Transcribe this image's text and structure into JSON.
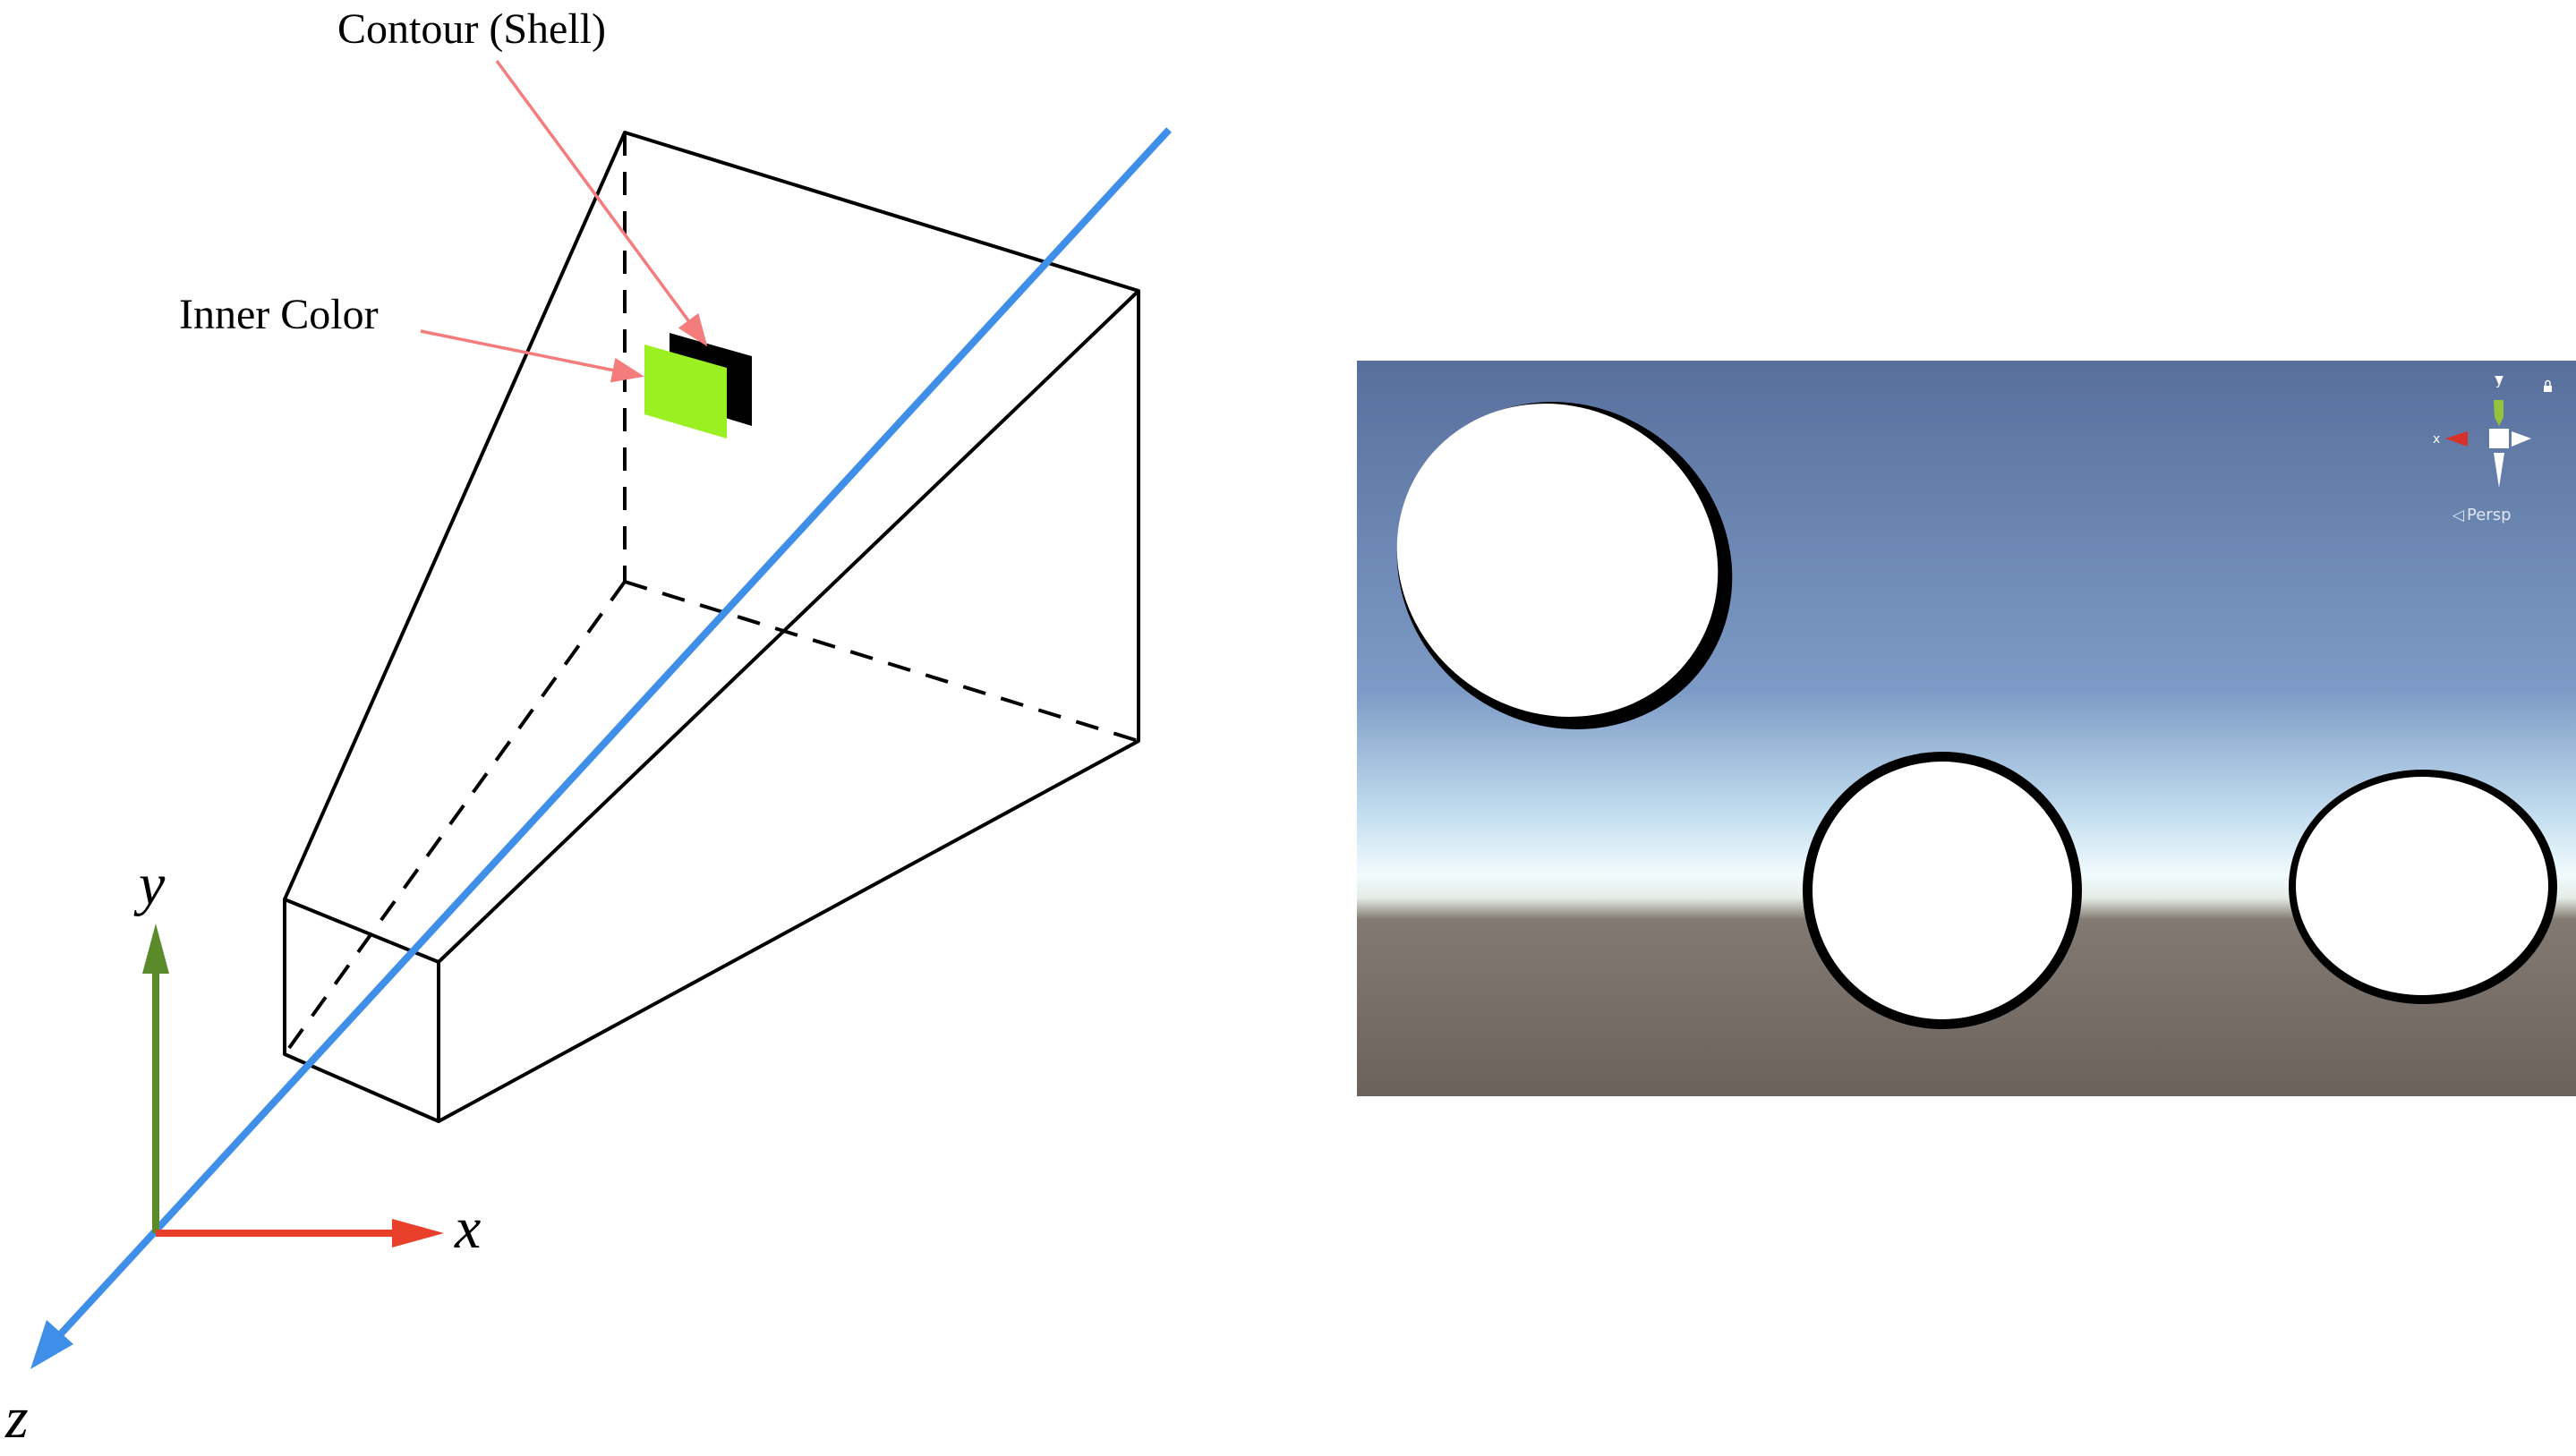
{
  "annotations": {
    "contour_label": "Contour (Shell)",
    "inner_color_label": "Inner Color"
  },
  "axes": {
    "x_label": "x",
    "y_label": "y",
    "z_label": "z"
  },
  "scene_view": {
    "gizmo": {
      "x_label": "x",
      "y_label": "y",
      "projection_label": "Persp"
    }
  },
  "colors": {
    "x_axis": "#E8402A",
    "y_axis": "#5A8A2A",
    "z_axis": "#3F8FE8",
    "annotation_arrow": "#F47C7C",
    "inner_color": "#9AF020",
    "contour": "#000000",
    "sky_top": "#5A73A0",
    "ground": "#6E655E"
  }
}
